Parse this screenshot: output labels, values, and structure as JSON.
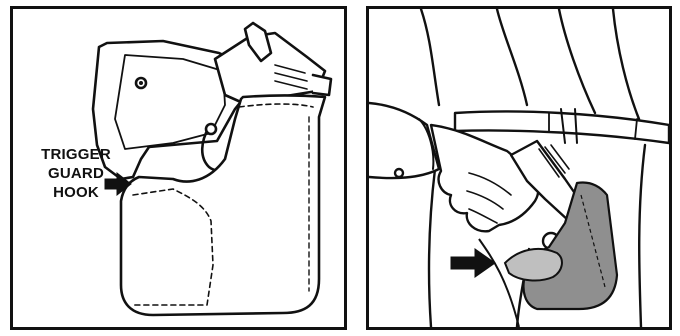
{
  "callout": {
    "line1": "TRIGGER",
    "line2": "GUARD",
    "line3": "HOOK"
  },
  "colors": {
    "ink": "#111111",
    "holster_left": "#ffffff",
    "holster_right": "#8f8f8f",
    "background": "#ffffff"
  },
  "icons": [
    "arrow-right-icon"
  ]
}
